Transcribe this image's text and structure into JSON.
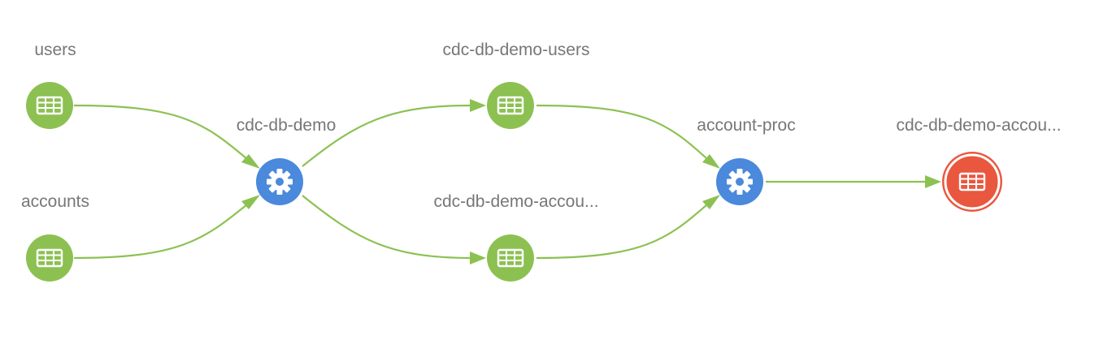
{
  "colors": {
    "table_node": "#8cc152",
    "process_node": "#4a89dc",
    "selected_node": "#e9573f",
    "edge": "#8cc152",
    "label": "#777777"
  },
  "nodes": {
    "users": {
      "label": "users",
      "kind": "table",
      "icon": "table-icon"
    },
    "accounts": {
      "label": "accounts",
      "kind": "table",
      "icon": "table-icon"
    },
    "cdc_db_demo": {
      "label": "cdc-db-demo",
      "kind": "process",
      "icon": "gear-icon"
    },
    "cdc_db_demo_users": {
      "label": "cdc-db-demo-users",
      "kind": "table",
      "icon": "table-icon"
    },
    "cdc_db_demo_accounts": {
      "label": "cdc-db-demo-accou...",
      "kind": "table",
      "icon": "table-icon"
    },
    "account_proc": {
      "label": "account-proc",
      "kind": "process",
      "icon": "gear-icon"
    },
    "cdc_db_demo_accounts_output": {
      "label": "cdc-db-demo-accou...",
      "kind": "table",
      "icon": "table-icon",
      "selected": true
    }
  }
}
